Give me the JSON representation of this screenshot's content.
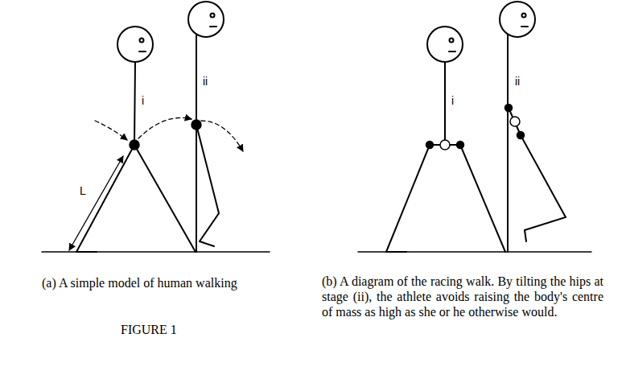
{
  "diagram": {
    "caption": "FIGURE 1",
    "labels": [
      "i",
      "ii",
      "L",
      "(a) A simple model of human walking",
      "i",
      "ii",
      "(b) A diagram of the racing walk. By tilting the hips at stage (ii), the athlete avoids raising the body's centre of mass as high as she or he otherwise would."
    ]
  }
}
